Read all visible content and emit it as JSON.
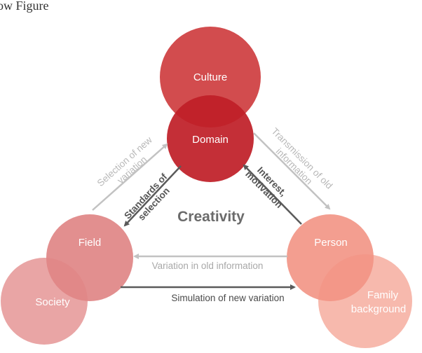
{
  "partial_heading": "ow  Figure",
  "center_title": "Creativity",
  "nodes": {
    "culture": "Culture",
    "domain": "Domain",
    "field": "Field",
    "society": "Society",
    "person": "Person",
    "family_line1": "Family",
    "family_line2": "background"
  },
  "arrows": {
    "selection_new_variation_line1": "Selection of new",
    "selection_new_variation_line2": "variation",
    "standards_selection_line1": "Standards of",
    "standards_selection_line2": "selection",
    "transmission_line1": "Transmission of old",
    "transmission_line2": "information",
    "interest_line1": "Interest,",
    "interest_line2": "motivation",
    "variation_old_info": "Variation in old information",
    "simulation_new_variation": "Simulation of new variation"
  },
  "colors": {
    "culture": "#d24c4e",
    "domain": "#c01f28",
    "field": "#df8585",
    "society": "#e9a5a5",
    "person": "#f29484",
    "family": "#f7b9ad",
    "arrow_dark": "#5a5a5a",
    "arrow_light": "#c2c2c2"
  }
}
